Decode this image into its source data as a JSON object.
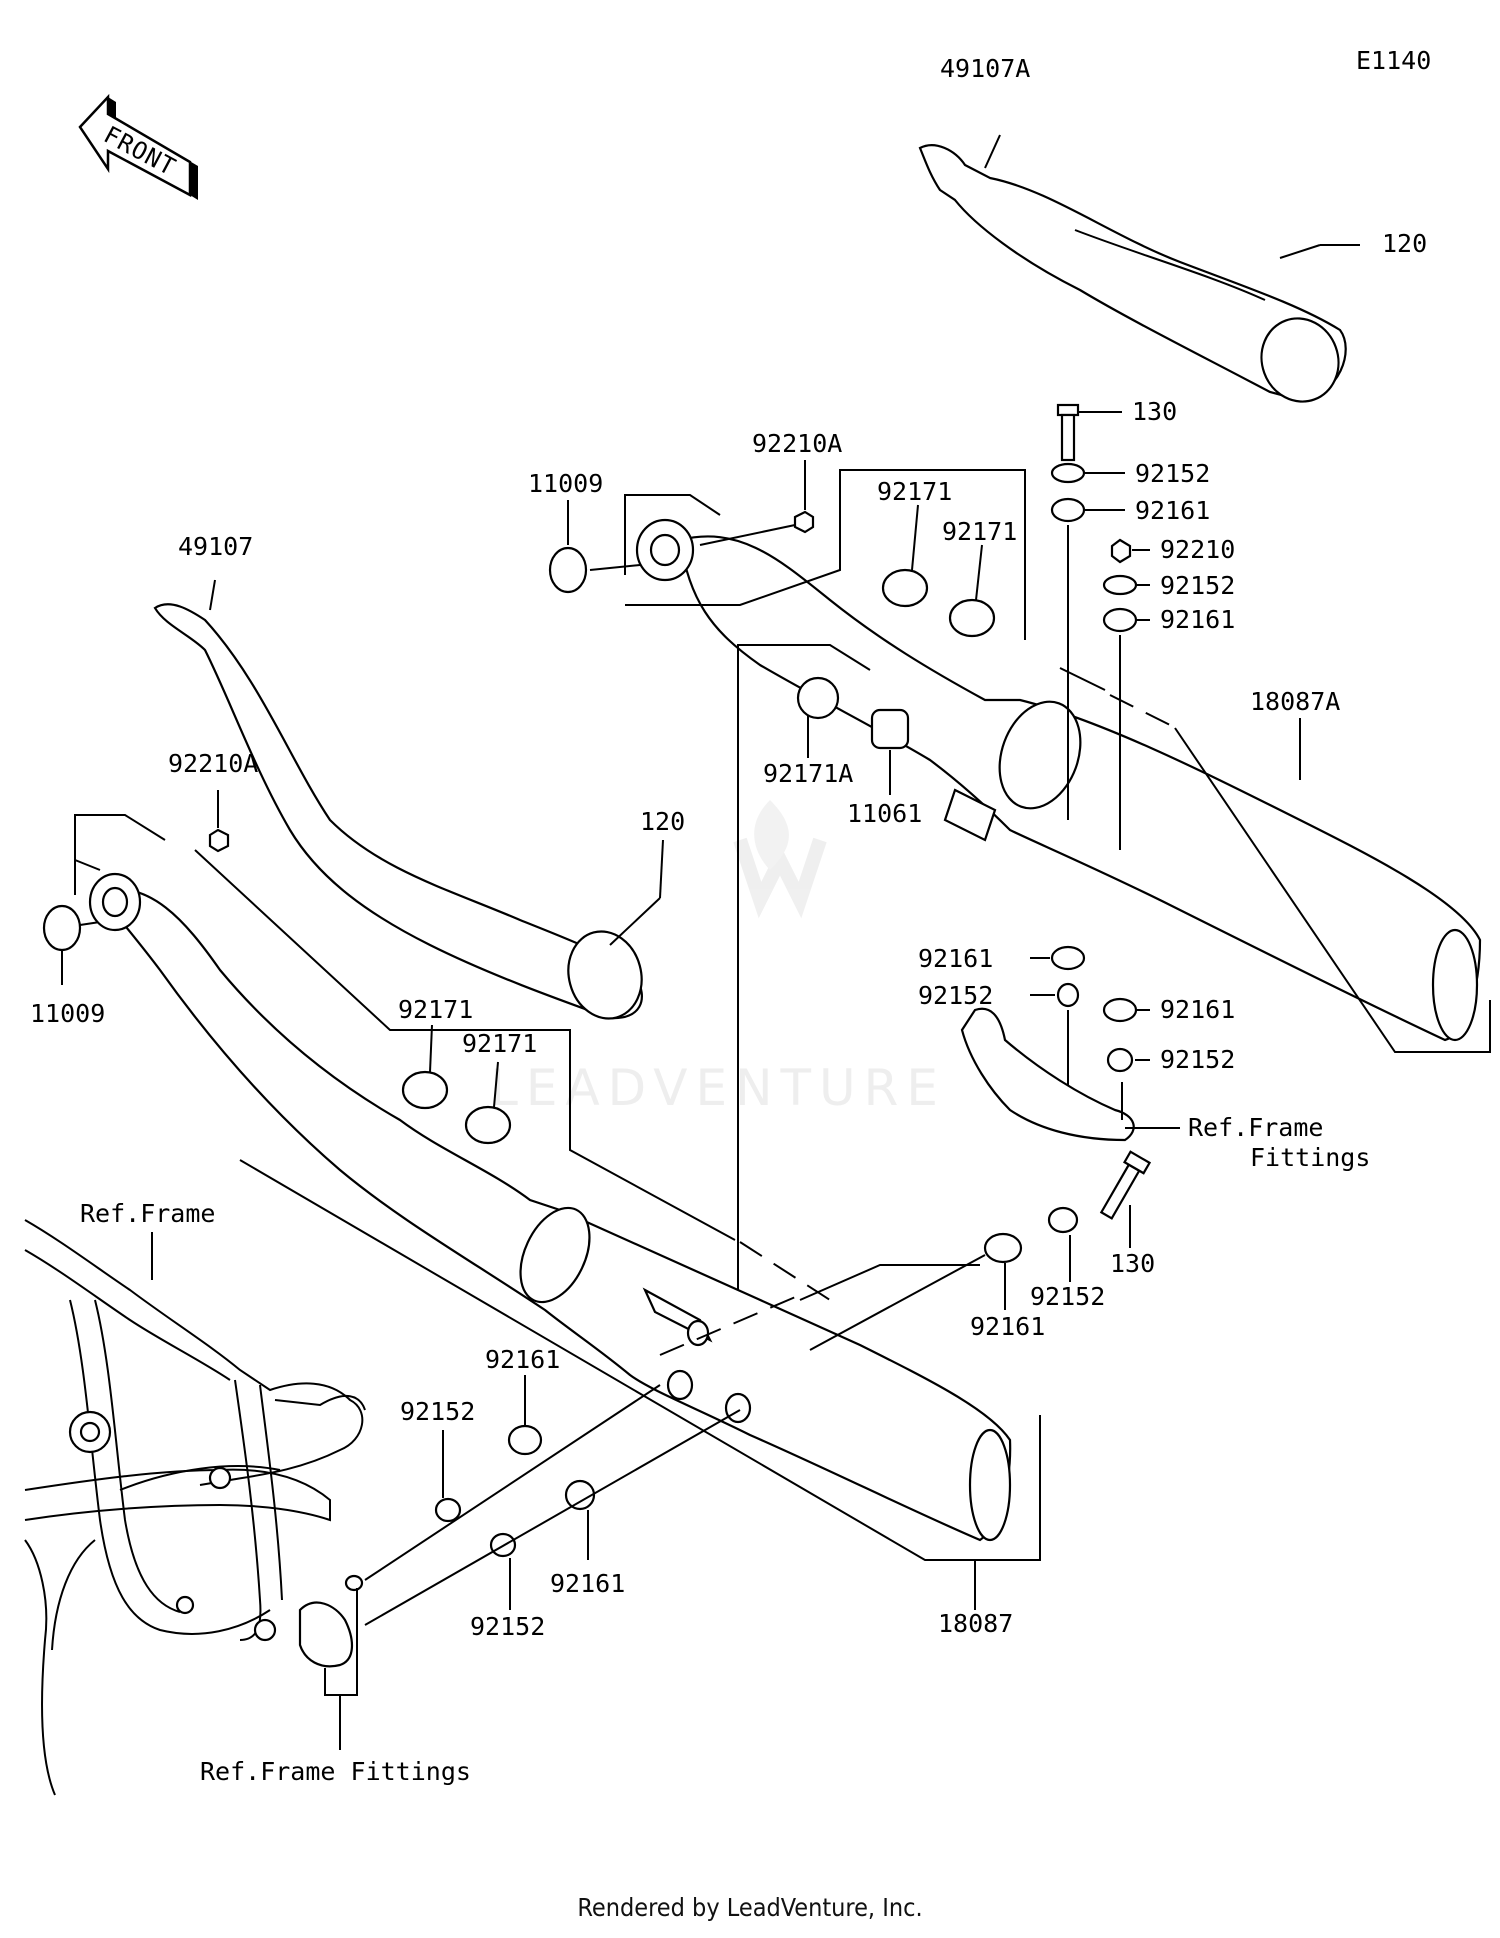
{
  "diagram": {
    "code": "E1140",
    "front_label": "FRONT",
    "watermark": "LEADVENTURE",
    "footer": "Rendered by LeadVenture, Inc.",
    "callouts": {
      "c49107A": "49107A",
      "c120_top": "120",
      "c130_top": "130",
      "c92152_a": "92152",
      "c92161_a": "92161",
      "c92210": "92210",
      "c92152_b": "92152",
      "c92161_b": "92161",
      "c92210A_top": "92210A",
      "c11009_top": "11009",
      "c92171_a": "92171",
      "c92171_b": "92171",
      "c18087A": "18087A",
      "c92171A": "92171A",
      "c11061": "11061",
      "c49107": "49107",
      "c92210A_left": "92210A",
      "c120_mid": "120",
      "c11009_left": "11009",
      "c92161_c": "92161",
      "c92152_c": "92152",
      "c92161_d": "92161",
      "c92152_d": "92152",
      "c92171_c": "92171",
      "c92171_d": "92171",
      "ref_frame_fittings_right_1": "Ref.Frame",
      "ref_frame_fittings_right_2": "Fittings",
      "c130_low": "130",
      "c92152_e": "92152",
      "c92161_e": "92161",
      "ref_frame": "Ref.Frame",
      "c92161_f": "92161",
      "c92152_f": "92152",
      "c18087": "18087",
      "c92161_g": "92161",
      "c92152_g": "92152",
      "ref_frame_fittings_bottom": "Ref.Frame Fittings"
    }
  }
}
